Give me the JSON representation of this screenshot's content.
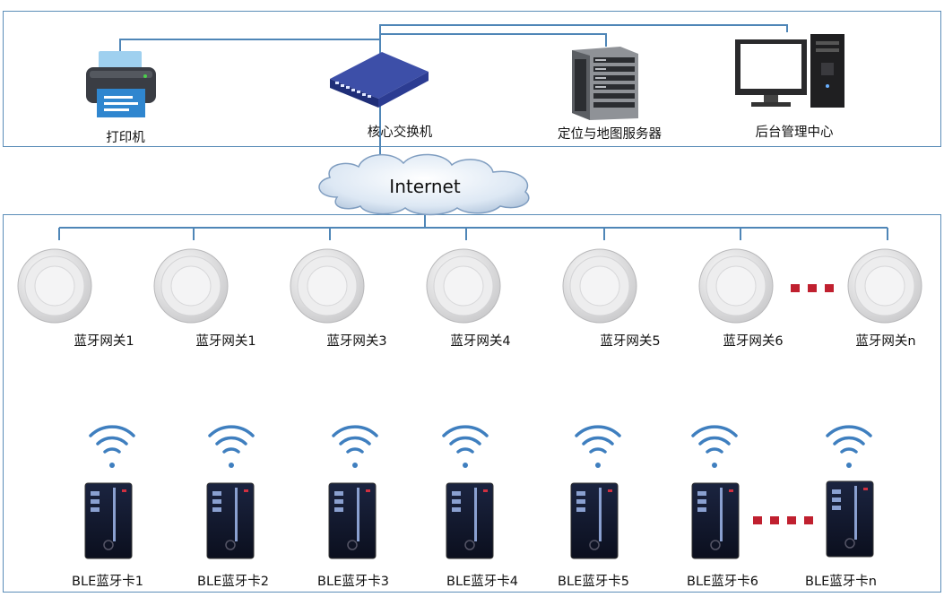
{
  "top_devices": {
    "printer": "打印机",
    "switch": "核心交换机",
    "server": "定位与地图服务器",
    "admin": "后台管理中心"
  },
  "internet": "Internet",
  "gateways": [
    "蓝牙网关1",
    "蓝牙网关1",
    "蓝牙网关3",
    "蓝牙网关4",
    "蓝牙网关5",
    "蓝牙网关6",
    "蓝牙网关n"
  ],
  "cards": [
    "BLE蓝牙卡1",
    "BLE蓝牙卡2",
    "BLE蓝牙卡3",
    "BLE蓝牙卡4",
    "BLE蓝牙卡5",
    "BLE蓝牙卡6",
    "BLE蓝牙卡n"
  ],
  "colors": {
    "wire": "#4f86b7",
    "frame": "#5b8db8",
    "ellipsis": "#c0202f",
    "wifi": "#3f7fbf"
  },
  "icons": {
    "printer": "printer-icon",
    "switch": "network-switch-icon",
    "server": "server-rack-icon",
    "admin": "desktop-computer-icon",
    "gateway": "ble-gateway-icon",
    "card": "ble-card-icon",
    "signal": "wifi-signal-icon"
  }
}
